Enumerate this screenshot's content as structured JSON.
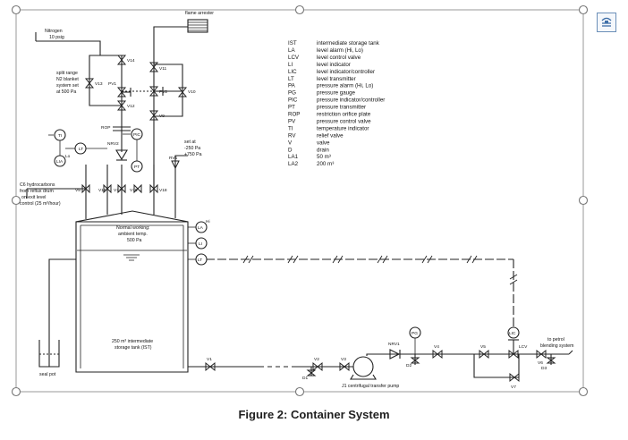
{
  "figure": {
    "caption": "Figure 2: Container System",
    "layout_options_icon": "layout-options-icon"
  },
  "diagram": {
    "top_labels": {
      "flame_arrester": "flame arrester",
      "nitrogen": [
        "Nitrogen",
        "10 psig"
      ],
      "split_range": [
        "split range",
        "N2 blanket",
        "system set",
        "at 500 Pa"
      ],
      "set_at": [
        "set at",
        "-250 Pa",
        "+750 Pa"
      ],
      "c6_feed": [
        "C6 hydrocarbons",
        "from reflux drum",
        "on exit level",
        "control (25 m³/hour)"
      ],
      "normal_working": [
        "Normal working:",
        "ambient temp.",
        "500 Pa"
      ],
      "tank_label": [
        "250 m³ intermediate",
        "storage tank (IST)"
      ],
      "seal_pot": "seal pot",
      "pump_label": "J1 centrifugal transfer pump",
      "to_petrol": [
        "to petrol",
        "blending system"
      ]
    },
    "tags": {
      "V14": "V14",
      "V11": "V11",
      "V13": "V13",
      "PV1": "PV1",
      "PV2": "PV2",
      "V10": "V10",
      "V12": "V12",
      "V9": "V9",
      "ROP": "ROP",
      "PIC": "PIC",
      "NRV2": "NRV2",
      "PT": "PT",
      "RV1": "RV1",
      "TI": "TI",
      "LT": "LT",
      "LA_Lo": "Lo",
      "LIA": "LIA",
      "V8": "V8",
      "V16": "V16",
      "V17": "V17",
      "V15": "V15",
      "V18": "V18",
      "LA_Hi": "Hi",
      "LA": "LA",
      "LI": "LI",
      "LT2": "LT",
      "V1": "V1",
      "V2": "V2",
      "V3": "V3",
      "D1": "D1",
      "NRV1": "NRV1",
      "D2": "D2",
      "PG": "PG",
      "V4": "V4",
      "V5": "V5",
      "LIC": "LIC",
      "LCV": "LCV",
      "V6": "V6",
      "D3": "D3",
      "V7": "V7"
    },
    "legend": [
      {
        "abbr": "IST",
        "desc": "intermediate storage tank"
      },
      {
        "abbr": "LA",
        "desc": "level alarm  (Hi, Lo)"
      },
      {
        "abbr": "LCV",
        "desc": "level control valve"
      },
      {
        "abbr": "LI",
        "desc": "level indicator"
      },
      {
        "abbr": "LIC",
        "desc": "level indicator/controller"
      },
      {
        "abbr": "LT",
        "desc": "level transmitter"
      },
      {
        "abbr": "PA",
        "desc": "pressure alarm  (Hi, Lo)"
      },
      {
        "abbr": "PG",
        "desc": "pressure gauge"
      },
      {
        "abbr": "PIC",
        "desc": "pressure indicator/controller"
      },
      {
        "abbr": "PT",
        "desc": "pressure transmitter"
      },
      {
        "abbr": "ROP",
        "desc": "restriction orifice plate"
      },
      {
        "abbr": "PV",
        "desc": "pressure control valve"
      },
      {
        "abbr": "TI",
        "desc": "temperature indicator"
      },
      {
        "abbr": "RV",
        "desc": "relief valve"
      },
      {
        "abbr": "V",
        "desc": "valve"
      },
      {
        "abbr": "D",
        "desc": "drain"
      },
      {
        "abbr": "LA1",
        "desc": "50 m³"
      },
      {
        "abbr": "LA2",
        "desc": "200 m³"
      }
    ]
  }
}
